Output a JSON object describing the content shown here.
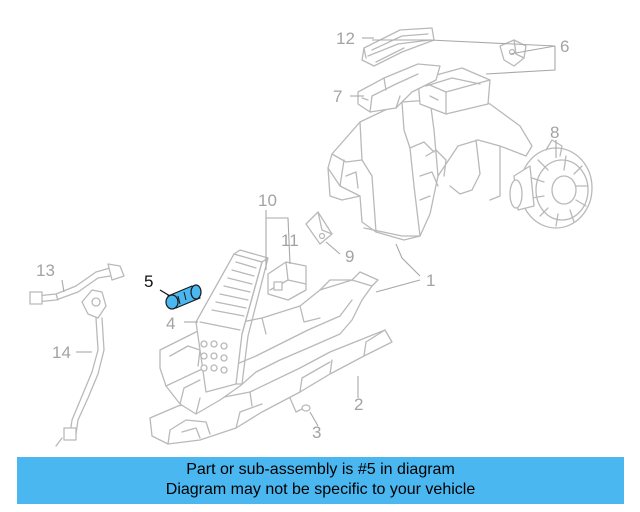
{
  "callouts": {
    "c1": "1",
    "c2": "2",
    "c3": "3",
    "c4": "4",
    "c5": "5",
    "c6": "6",
    "c7": "7",
    "c8": "8",
    "c9": "9",
    "c10": "10",
    "c11": "11",
    "c12": "12",
    "c13": "13",
    "c14": "14"
  },
  "highlight": {
    "part": "5",
    "color": "#4ab7f0"
  },
  "banner": {
    "line1": "Part or sub-assembly is #5 in diagram",
    "line2": "Diagram may not be specific to your vehicle",
    "color": "#4ab7f0"
  }
}
